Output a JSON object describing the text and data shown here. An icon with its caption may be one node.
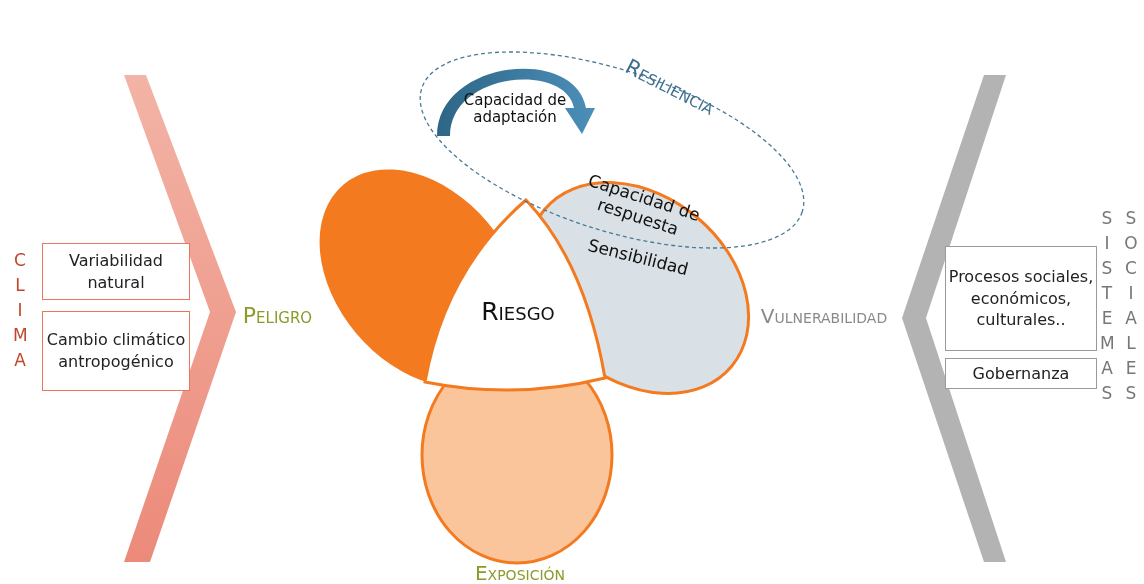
{
  "diagram": {
    "nodes": [
      {
        "text": [
          "Peligro"
        ]
      },
      {
        "text": [
          "Capacidad de respuesta",
          "Sensibilidad",
          "Vulnerabilidad"
        ]
      },
      {
        "text": [
          "Exposición"
        ]
      },
      {
        "text": [
          "Riesgo"
        ]
      },
      {
        "text": [
          "Resiliencia"
        ]
      },
      {
        "text": [
          "Variabilidad natural"
        ]
      },
      {
        "text": [
          "Cambio climático antropogénico"
        ]
      },
      {
        "text": [
          "Procesos sociales, económicos, culturales.."
        ]
      },
      {
        "text": [
          "Gobernanza"
        ]
      }
    ],
    "labels": [
      "Capacidad de adaptación",
      "CLIMA",
      "SISTEMAS",
      "SOCIALES"
    ]
  }
}
